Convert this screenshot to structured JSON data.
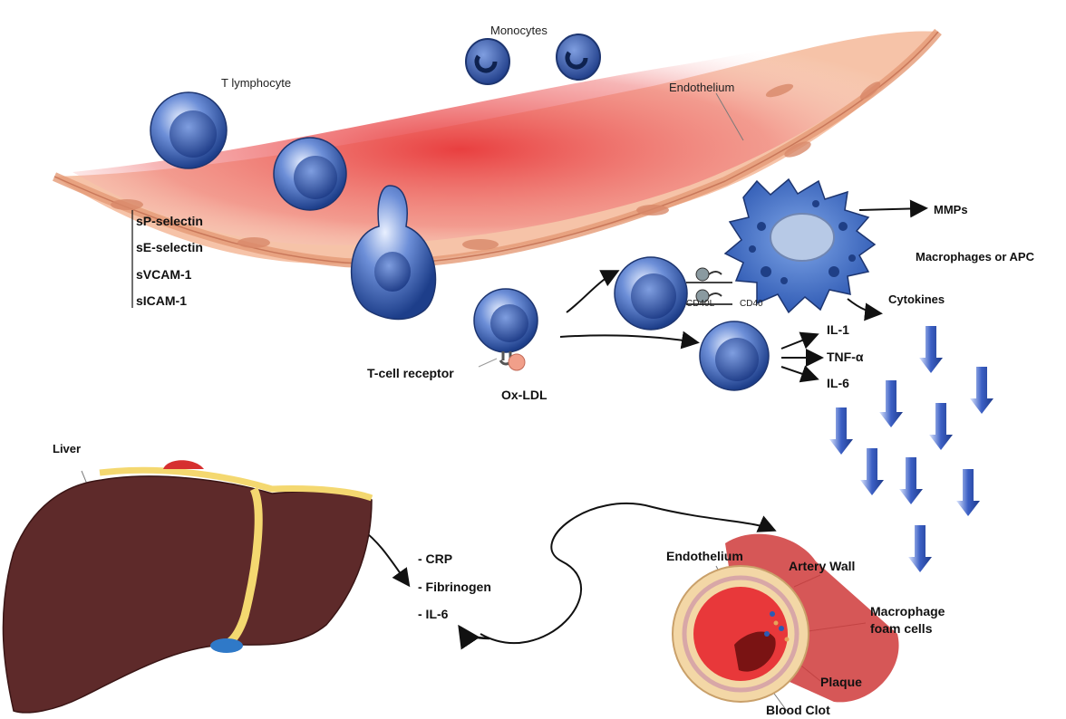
{
  "labels": {
    "monocytes": "Monocytes",
    "t_lymphocyte": "T lymphocyte",
    "endothelium_top": "Endothelium",
    "sp_selectin": "sP-selectin",
    "se_selectin": "sE-selectin",
    "svcam": "sVCAM-1",
    "sicam": "sICAM-1",
    "mmps": "MMPs",
    "macrophages": "Macrophages or APC",
    "cytokines": "Cytokines",
    "cd40l": "CD40L",
    "cd40": "CD40",
    "il1": "IL-1",
    "tnf": "TNF-α",
    "il6_right": "IL-6",
    "tcell_receptor": "T-cell receptor",
    "oxldl": "Ox-LDL",
    "liver": "Liver",
    "crp": "- CRP",
    "fibrinogen": "- Fibrinogen",
    "il6_list": "- IL-6",
    "endothelium_artery": "Endothelium",
    "artery_wall": "Artery Wall",
    "macrophage_foam": "Macrophage\nfoam cells",
    "plaque": "Plaque",
    "blood_clot": "Blood Clot"
  },
  "colors": {
    "cell_blue": "#3a5fb0",
    "endothelium": "#f2b08f",
    "lumen_red": "#e8383a",
    "liver_brown": "#5e2a2a",
    "arrow_blue": "#3b5fc4"
  }
}
